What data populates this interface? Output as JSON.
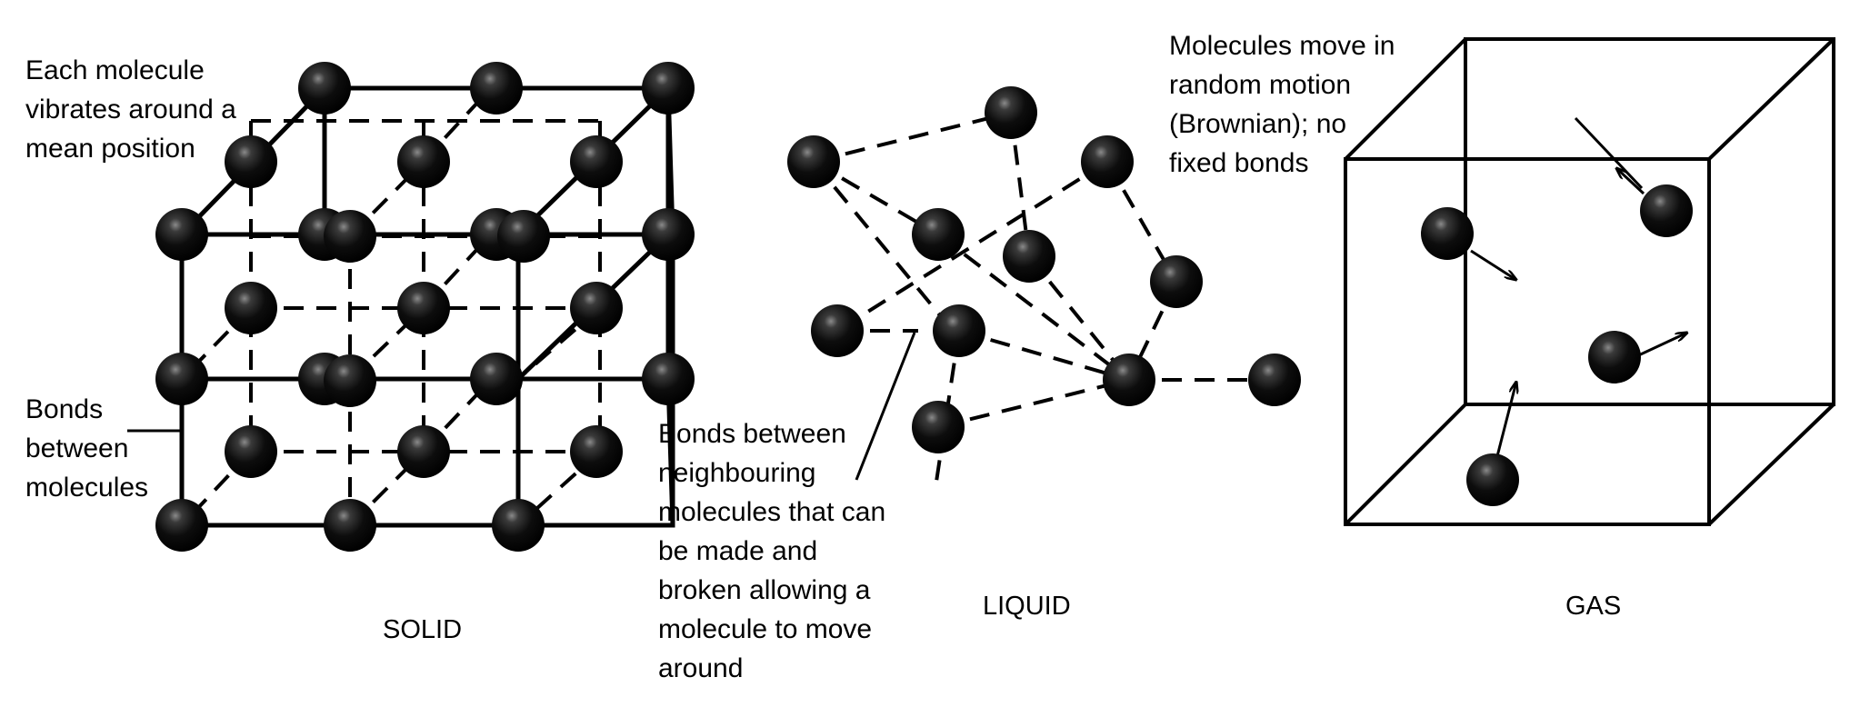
{
  "solid": {
    "caption": "SOLID",
    "annotation_vibrate": "Each molecule\nvibrates around a\nmean position",
    "annotation_bonds": "Bonds\nbetween\nmolecules"
  },
  "liquid": {
    "caption": "LIQUID",
    "annotation_bonds": "Bonds between\nneighbouring\nmolecules that can\nbe made and\nbroken allowing a\nmolecule to move\naround"
  },
  "gas": {
    "caption": "GAS",
    "annotation_motion": "Molecules move in\nrandom motion\n(Brownian); no\nfixed bonds"
  },
  "colors": {
    "molecule": "#000000",
    "line": "#000000",
    "background": "#ffffff"
  }
}
